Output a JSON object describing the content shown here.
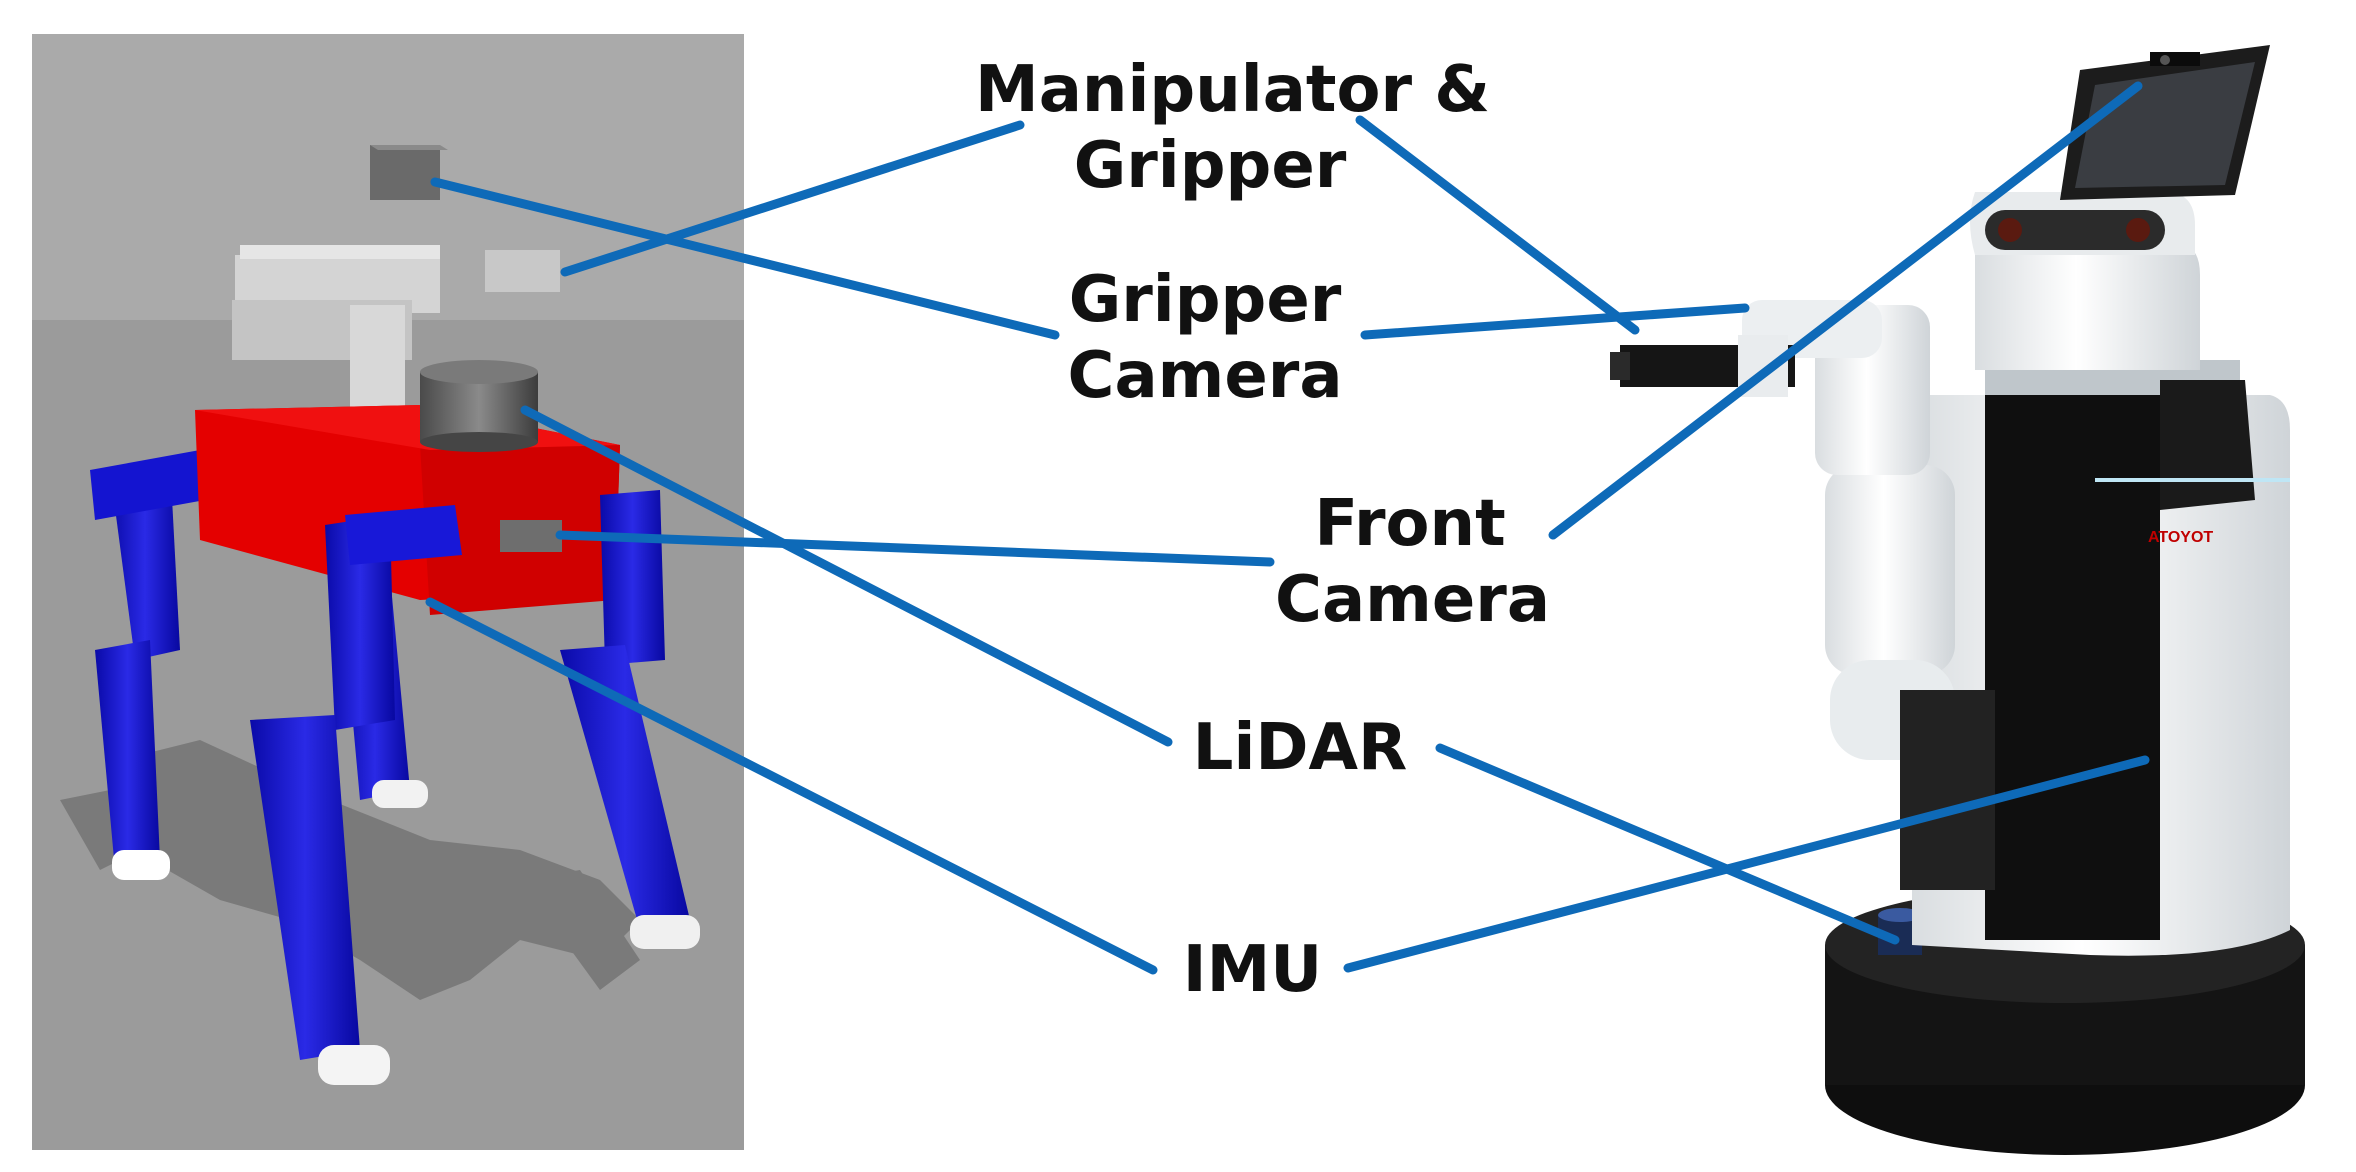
{
  "labels": {
    "manipulator": [
      "Manipulator &",
      "Gripper"
    ],
    "gripper_camera": [
      "Gripper",
      "Camera"
    ],
    "front_camera": [
      "Front",
      "Camera"
    ],
    "lidar": [
      "LiDAR"
    ],
    "imu": [
      "IMU"
    ]
  },
  "robot_brand": "ATOYOT",
  "colors": {
    "leader_line": "#0e6ab8",
    "robot_body": "#e00000",
    "robot_legs": "#1010c8",
    "sim_background_top": "#a9a9a9",
    "sim_background_floor": "#9a9a9a",
    "label_text": "#111111"
  }
}
